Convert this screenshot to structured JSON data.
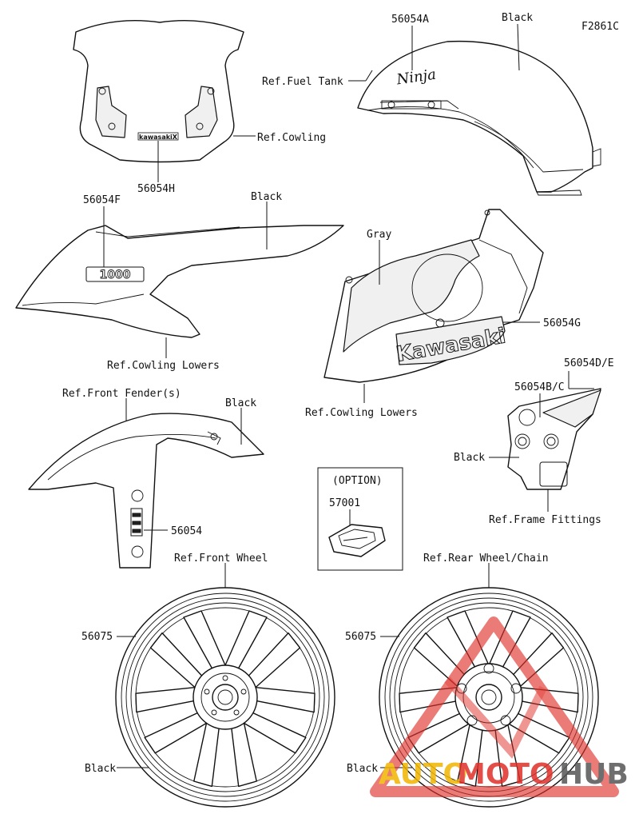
{
  "figure_code": "F2861C",
  "colors": {
    "line": "#111111",
    "fill_light": "#f0f0f0",
    "watermark_red": "#e0302a",
    "watermark_yellow": "#f0b400"
  },
  "labels": {
    "p56054A": "56054A",
    "black_tank": "Black",
    "ref_fuel_tank": "Ref.Fuel Tank",
    "ref_cowling": "Ref.Cowling",
    "p56054H": "56054H",
    "p56054F": "56054F",
    "black_lower_l": "Black",
    "ref_cowling_lowers_l": "Ref.Cowling Lowers",
    "gray": "Gray",
    "p56054G": "56054G",
    "ref_cowling_lowers_r": "Ref.Cowling Lowers",
    "p56054DE": "56054D/E",
    "p56054BC": "56054B/C",
    "black_frame": "Black",
    "ref_frame_fittings": "Ref.Frame Fittings",
    "ref_front_fenders": "Ref.Front Fender(s)",
    "black_fender": "Black",
    "p56054": "56054",
    "option": "(OPTION)",
    "p57001": "57001",
    "ref_front_wheel": "Ref.Front Wheel",
    "ref_rear_wheel": "Ref.Rear Wheel/Chain",
    "p56075_front": "56075",
    "p56075_rear": "56075",
    "black_front_wheel": "Black",
    "black_rear_wheel": "Black"
  },
  "decals": {
    "tank_logo": "Ninja",
    "screen_logo": "kawasakiX",
    "lower_badge": "1000",
    "lower_brand": "Kawasaki"
  },
  "watermark": {
    "part1": "AUTO",
    "part2": "MOTO",
    "part3": "HUB"
  }
}
